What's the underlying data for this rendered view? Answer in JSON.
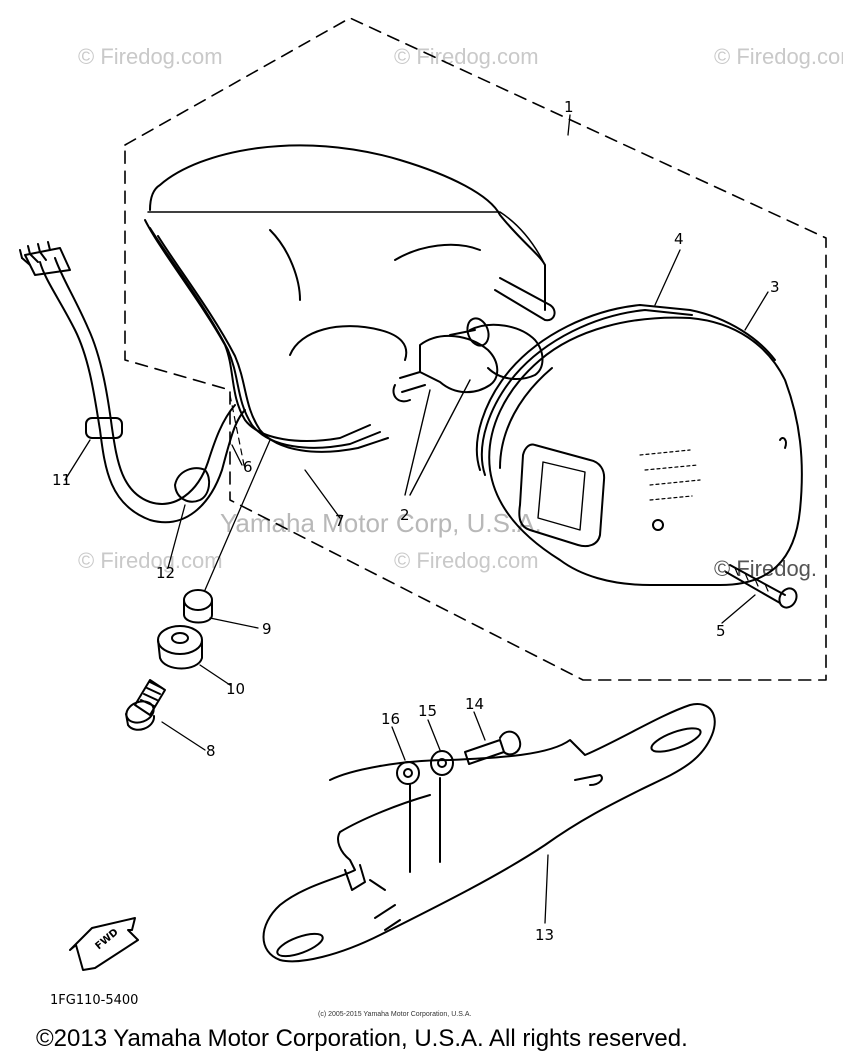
{
  "watermarks": {
    "firedog_1": "© Firedog.com",
    "firedog_2": "© Firedog.com",
    "firedog_3": "© Firedog.com",
    "firedog_4": "© Firedog.com",
    "firedog_5": "© Firedog.com",
    "firedog_6": "© Firedog.",
    "corp": "Yamaha Motor Corp, U.S.A."
  },
  "callouts": {
    "c1": "1",
    "c2": "2",
    "c3": "3",
    "c4": "4",
    "c5": "5",
    "c6": "6",
    "c7": "7",
    "c8": "8",
    "c9": "9",
    "c10": "10",
    "c11": "11",
    "c12": "12",
    "c13": "13",
    "c14": "14",
    "c15": "15",
    "c16": "16"
  },
  "fwd_label": "FWD",
  "part_code": "1FG110-5400",
  "small_copyright": "(c) 2005-2015 Yamaha Motor Corporation, U.S.A.",
  "copyright": "©2013 Yamaha Motor Corporation, U.S.A. All rights reserved."
}
